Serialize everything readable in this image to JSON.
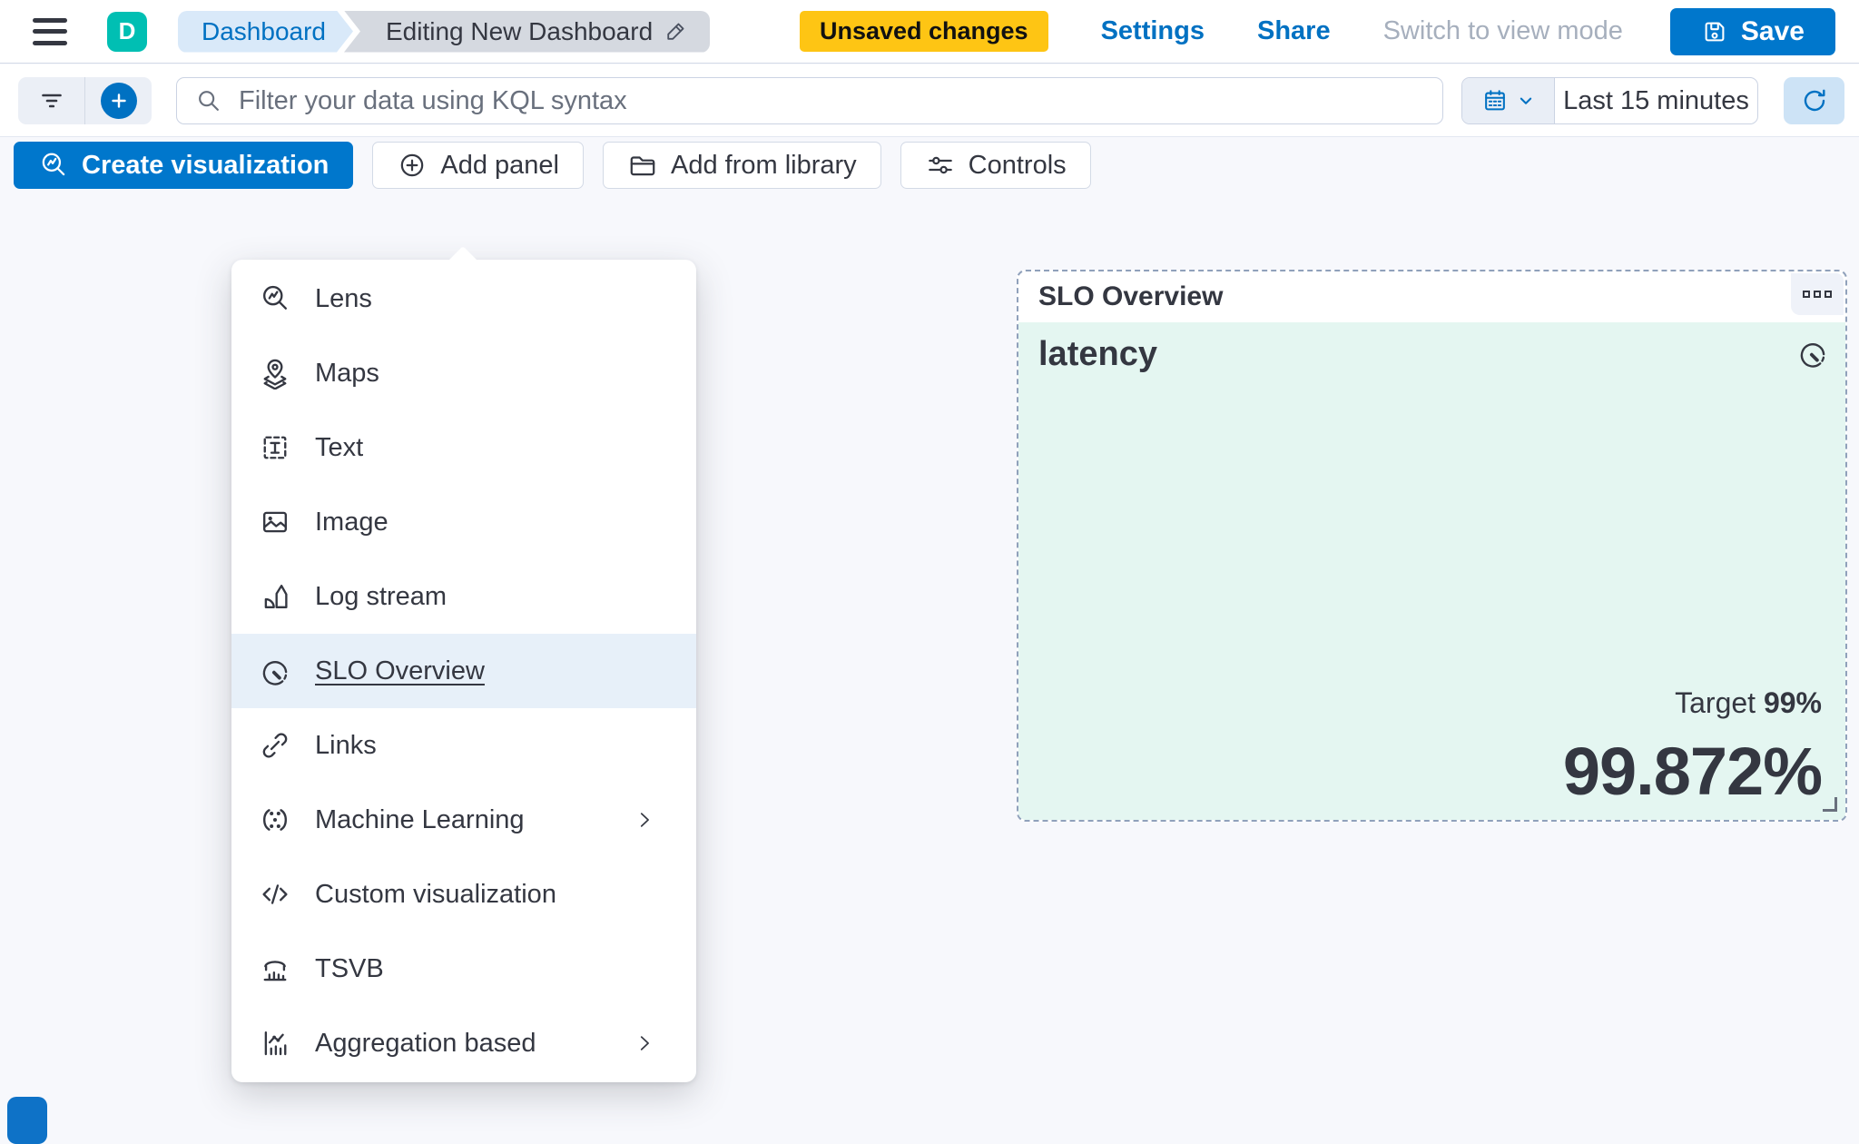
{
  "header": {
    "logo_letter": "D",
    "breadcrumbs": [
      {
        "label": "Dashboard"
      },
      {
        "label": "Editing New Dashboard"
      }
    ],
    "unsaved_badge": "Unsaved changes",
    "settings_label": "Settings",
    "share_label": "Share",
    "switch_view_label": "Switch to view mode",
    "save_label": "Save"
  },
  "filter_bar": {
    "search_placeholder": "Filter your data using KQL syntax",
    "time_range": "Last 15 minutes"
  },
  "toolbar": {
    "create_visualization_label": "Create visualization",
    "add_panel_label": "Add panel",
    "add_from_library_label": "Add from library",
    "controls_label": "Controls"
  },
  "add_panel_menu": {
    "items": [
      {
        "label": "Lens",
        "icon": "lens-icon",
        "highlighted": false,
        "has_submenu": false
      },
      {
        "label": "Maps",
        "icon": "maps-icon",
        "highlighted": false,
        "has_submenu": false
      },
      {
        "label": "Text",
        "icon": "text-icon",
        "highlighted": false,
        "has_submenu": false
      },
      {
        "label": "Image",
        "icon": "image-icon",
        "highlighted": false,
        "has_submenu": false
      },
      {
        "label": "Log stream",
        "icon": "log-stream-icon",
        "highlighted": false,
        "has_submenu": false
      },
      {
        "label": "SLO Overview",
        "icon": "slo-gauge-icon",
        "highlighted": true,
        "has_submenu": false
      },
      {
        "label": "Links",
        "icon": "links-icon",
        "highlighted": false,
        "has_submenu": false
      },
      {
        "label": "Machine Learning",
        "icon": "machine-learning-icon",
        "highlighted": false,
        "has_submenu": true
      },
      {
        "label": "Custom visualization",
        "icon": "code-icon",
        "highlighted": false,
        "has_submenu": false
      },
      {
        "label": "TSVB",
        "icon": "tsvb-icon",
        "highlighted": false,
        "has_submenu": false
      },
      {
        "label": "Aggregation based",
        "icon": "aggregation-icon",
        "highlighted": false,
        "has_submenu": true
      }
    ]
  },
  "slo_panel": {
    "title": "SLO Overview",
    "metric_label": "latency",
    "target_label": "Target",
    "target_value": "99%",
    "value": "99.872%"
  },
  "colors": {
    "primary_button": "#0077CC",
    "link_blue": "#0071C2",
    "logo_teal": "#00BFB3",
    "warning_badge": "#FEC514",
    "disabled_text": "#A6AFBD",
    "text": "#343741",
    "subdued_text": "#69707D",
    "panel_mint": "#E4F6F1",
    "menu_highlight": "#E7F0F9",
    "dashed_border": "#90A1BB"
  }
}
